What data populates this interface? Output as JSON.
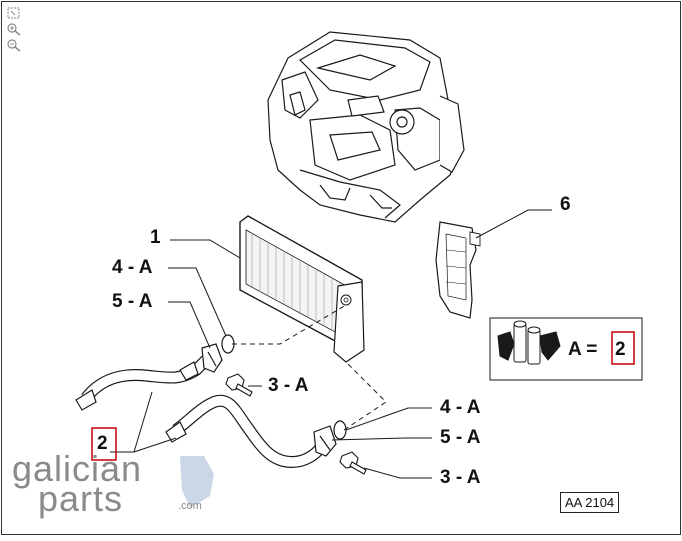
{
  "toolbar": {
    "items": [
      {
        "name": "fit-icon"
      },
      {
        "name": "zoom-in-icon"
      },
      {
        "name": "zoom-out-icon"
      }
    ]
  },
  "callouts": {
    "part1": "1",
    "part6": "6",
    "part4a_top": "4 - A",
    "part5a_top": "5 - A",
    "part3a_mid": "3 - A",
    "part4a_right": "4 - A",
    "part5a_right": "5 - A",
    "part3a_bottom": "3 - A",
    "part2": "2"
  },
  "kit_box": {
    "equation": "A =",
    "quantity": "2"
  },
  "reference": "AA 2104",
  "brand": {
    "line1": "galician",
    "line2": "parts",
    "suffix": ".com"
  },
  "colors": {
    "line": "#1a1a1a",
    "highlight": "#c00000",
    "brand_gray": "#8a8a8a",
    "brand_blue": "#c9d7e6"
  }
}
